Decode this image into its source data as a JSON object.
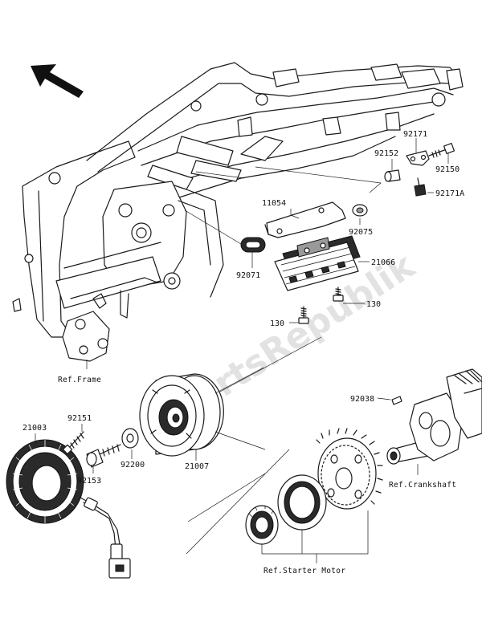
{
  "watermark": "PartsRepublik",
  "part_labels": [
    {
      "id": "11054",
      "text": "11054"
    },
    {
      "id": "92171",
      "text": "92171"
    },
    {
      "id": "92152",
      "text": "92152"
    },
    {
      "id": "92150",
      "text": "92150"
    },
    {
      "id": "92171A",
      "text": "92171A"
    },
    {
      "id": "92075",
      "text": "92075"
    },
    {
      "id": "21066",
      "text": "21066"
    },
    {
      "id": "92071",
      "text": "92071"
    },
    {
      "id": "130a",
      "text": "130"
    },
    {
      "id": "130b",
      "text": "130"
    },
    {
      "id": "92038",
      "text": "92038"
    },
    {
      "id": "21003",
      "text": "21003"
    },
    {
      "id": "92151",
      "text": "92151"
    },
    {
      "id": "92200",
      "text": "92200"
    },
    {
      "id": "21007",
      "text": "21007"
    },
    {
      "id": "92153",
      "text": "92153"
    }
  ],
  "references": {
    "frame": "Ref.Frame",
    "crankshaft": "Ref.Crankshaft",
    "starter_motor": "Ref.Starter Motor"
  },
  "icons": {
    "direction": "front-direction-arrow-icon"
  }
}
